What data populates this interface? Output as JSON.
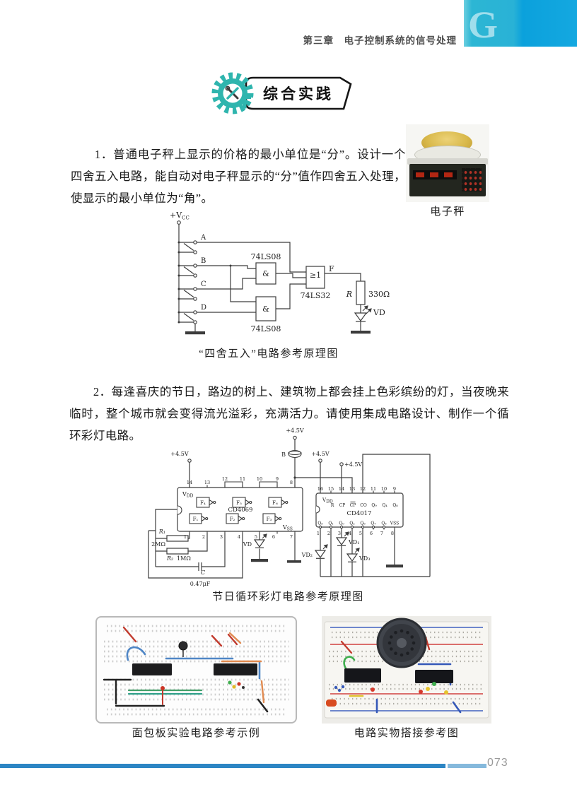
{
  "header": {
    "chapter_title": "第三章　电子控制系统的信号处理",
    "corner_logo_letter": "G"
  },
  "badge": {
    "label": "综合实践"
  },
  "problems": [
    {
      "number": "1．",
      "text": "普通电子秤上显示的价格的最小单位是“分”。设计一个四舍五入电路，能自动对电子秤显示的“分”值作四舍五入处理，使显示的最小单位为“角”。"
    },
    {
      "number": "2．",
      "text": "每逢喜庆的节日，路边的树上、建筑物上都会挂上色彩缤纷的灯，当夜晚来临时，整个城市就会变得流光溢彩，充满活力。请使用集成电路设计、制作一个循环彩灯电路。"
    }
  ],
  "scale_photo": {
    "caption": "电子秤"
  },
  "circuit1": {
    "caption": "“四舍五入”电路参考原理图",
    "vcc_main": "+V",
    "vcc_sub": "CC",
    "switches": [
      "A",
      "B",
      "C",
      "D"
    ],
    "and_symbol": "&",
    "or_symbol": "≥1",
    "and1_chip": "74LS08",
    "and2_chip": "74LS08",
    "or_chip": "74LS32",
    "output": "F",
    "resistor_name": "R",
    "resistor_value": "330Ω",
    "led": "VD"
  },
  "circuit2": {
    "caption": "节日循环彩灯电路参考原理图",
    "supplies": [
      "+4.5V",
      "+4.5V",
      "+4.5V",
      "+4.5V"
    ],
    "buzzer": "B",
    "ic1": {
      "name": "CD4069",
      "vdd_main": "V",
      "vdd_sub": "DD",
      "vss_main": "V",
      "vss_sub": "SS",
      "top_pins": [
        "14",
        "13",
        "12",
        "11",
        "10",
        "9",
        "8"
      ],
      "bottom_pins": [
        "1",
        "2",
        "3",
        "4",
        "5",
        "6",
        "7"
      ],
      "inv_top": [
        "F₄",
        "F₅",
        "F₆"
      ],
      "inv_bottom": [
        "F₁",
        "F₂",
        "F₃"
      ]
    },
    "ic2": {
      "name": "CD4017",
      "vdd_main": "V",
      "vdd_sub": "DD",
      "top_pins": [
        "16",
        "15",
        "14",
        "13",
        "12",
        "11",
        "10",
        "9"
      ],
      "top_labels": [
        "R",
        "CP",
        "CP",
        "CO",
        "Q₉",
        "Q₄",
        "Q₈"
      ],
      "bottom_labels": [
        "Q₅",
        "Q₁",
        "Q₀",
        "Q₂",
        "Q₆",
        "Q₇",
        "Q₃",
        "VSS"
      ],
      "bottom_pins": [
        "1",
        "2",
        "3",
        "4",
        "5",
        "6",
        "7",
        "8"
      ]
    },
    "r1_name": "R₁",
    "r1_value": "2MΩ",
    "r2_name": "R₂",
    "r2_value": "1MΩ",
    "cap_name": "C",
    "cap_value": "0.47μF",
    "led0": "VD",
    "led1": "VD₁",
    "led2": "VD₂",
    "led3": "VD₃"
  },
  "photos": {
    "left_caption": "面包板实验电路参考示例",
    "right_caption": "电路实物搭接参考图"
  },
  "footer": {
    "page_number": "073"
  }
}
